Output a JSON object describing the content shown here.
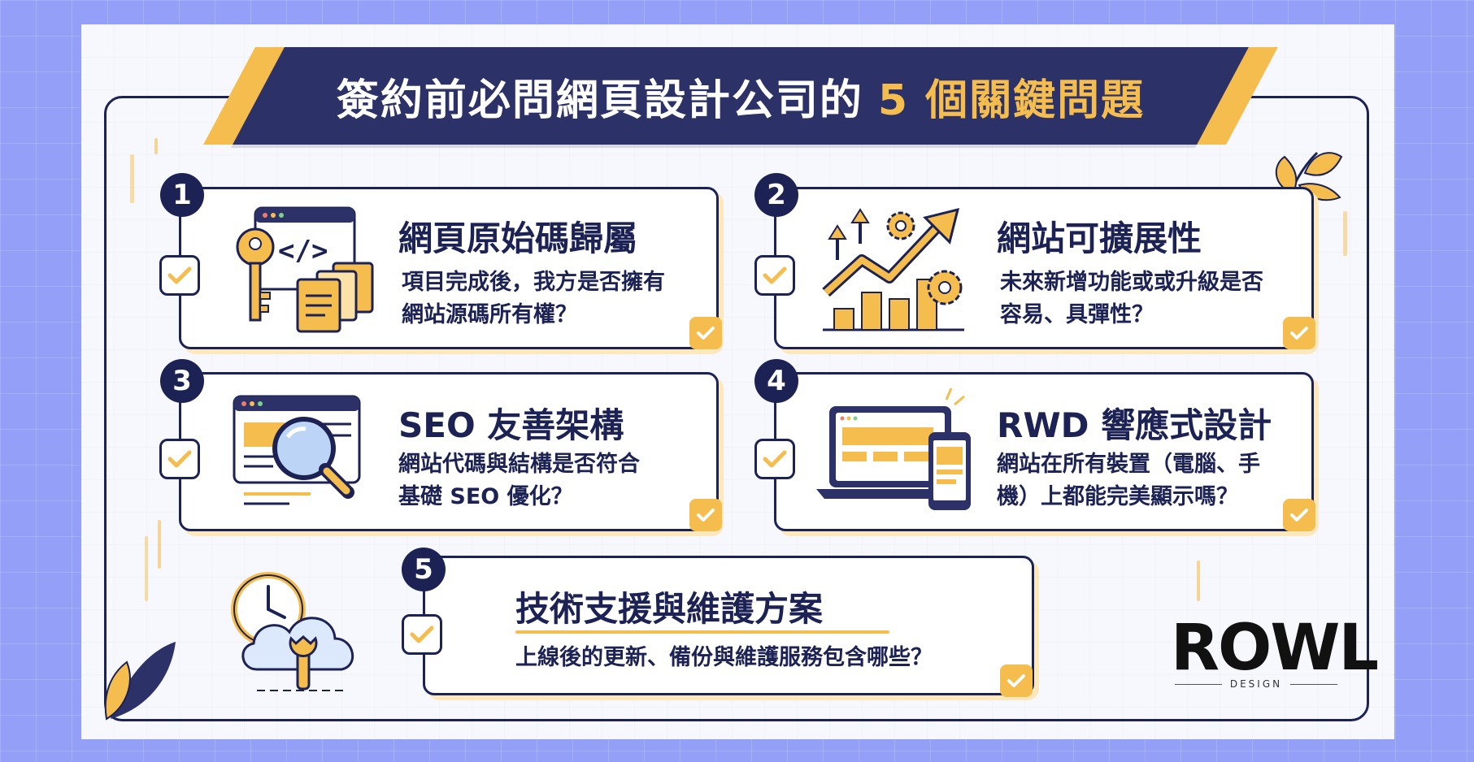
{
  "title": {
    "main": "簽約前必問網頁設計公司的",
    "highlight": "5 個關鍵問題"
  },
  "cards": [
    {
      "number": "1",
      "title": "網頁原始碼歸屬",
      "desc": "項目完成後，我方是否擁有\n網站源碼所有權？",
      "icon": "key-code-files-icon"
    },
    {
      "number": "2",
      "title": "網站可擴展性",
      "desc": "未來新增功能或或升級是否\n容易、具彈性？",
      "icon": "growth-chart-gears-icon"
    },
    {
      "number": "3",
      "title": "SEO 友善架構",
      "desc": "網站代碼與結構是否符合\n基礎 SEO 優化？",
      "icon": "magnifier-webpage-icon"
    },
    {
      "number": "4",
      "title": "RWD 響應式設計",
      "desc": "網站在所有裝置（電腦、手\n機）上都能完美顯示嗎？",
      "icon": "laptop-phone-icon"
    },
    {
      "number": "5",
      "title": "技術支援與維護方案",
      "desc": "上線後的更新、備份與維護服務包含哪些？",
      "icon": "clock-cloud-wrench-icon"
    }
  ],
  "logo": {
    "text": "ROWL",
    "sub": "DESIGN"
  },
  "colors": {
    "navy": "#1c2254",
    "gold": "#f5bd4d",
    "background": "#949ff7"
  }
}
